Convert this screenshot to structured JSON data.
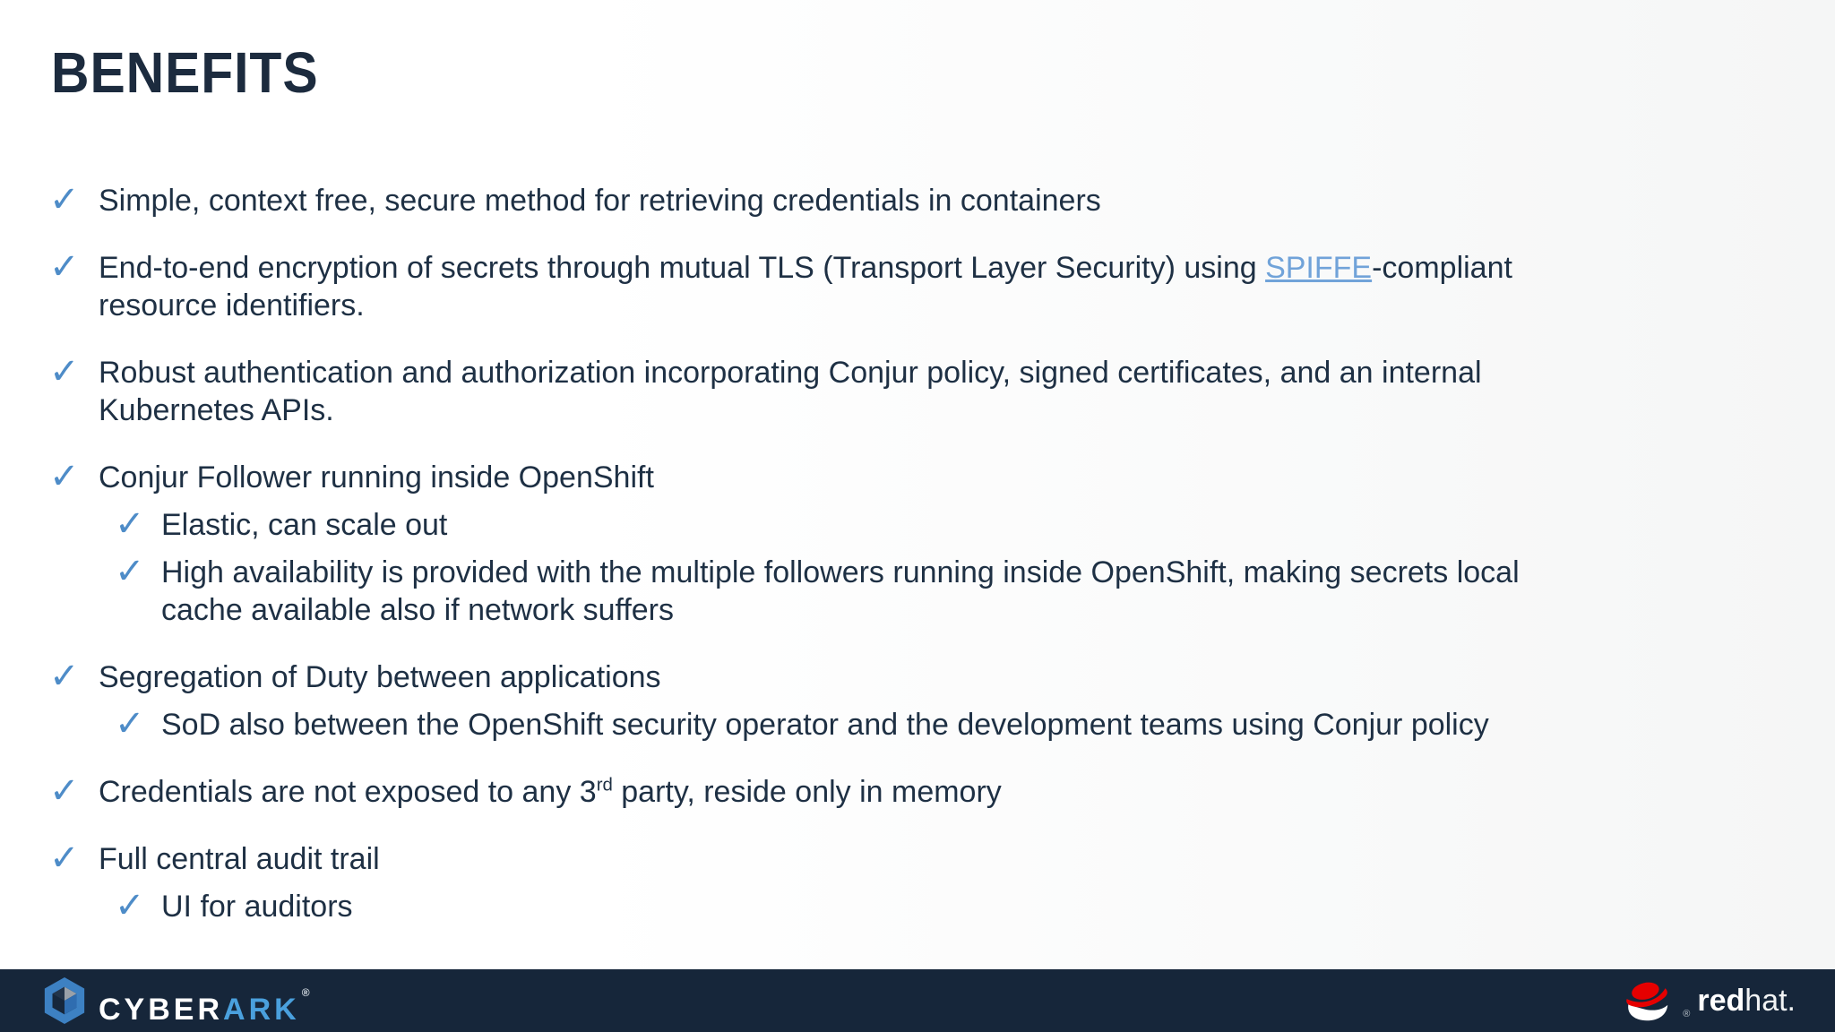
{
  "slide": {
    "title": "BENEFITS"
  },
  "icons": {
    "check": "✓"
  },
  "colors": {
    "title_text": "#1c2b3e",
    "body_text": "#1e3044",
    "check_blue": "#4e8cc8",
    "link_blue": "#71a3d9",
    "footer_bar": "#16263a",
    "cyberark_blue": "#4aa0dd",
    "redhat_red": "#e60000"
  },
  "bullets": [
    {
      "level": 1,
      "lines": [
        "Simple, context free, secure method for retrieving credentials in containers"
      ]
    },
    {
      "level": 1,
      "line1_before": "End-to-end encryption of secrets through mutual TLS (Transport Layer Security) using ",
      "link": "SPIFFE",
      "line1_after": "-compliant",
      "line2": "resource identifiers."
    },
    {
      "level": 1,
      "lines": [
        "Robust authentication and authorization incorporating Conjur policy, signed certificates, and an internal",
        "Kubernetes APIs."
      ]
    },
    {
      "level": 1,
      "lines": [
        "Conjur Follower running inside OpenShift"
      ]
    },
    {
      "level": 2,
      "lines": [
        "Elastic, can scale out"
      ]
    },
    {
      "level": 2,
      "lines": [
        "High availability is provided with the multiple followers running inside OpenShift, making secrets local",
        "cache available also if network suffers"
      ]
    },
    {
      "level": 1,
      "lines": [
        "Segregation of Duty between applications"
      ]
    },
    {
      "level": 2,
      "lines": [
        "SoD also between the OpenShift security operator and the development teams using Conjur policy"
      ]
    },
    {
      "level": 1,
      "sup_before": "Credentials are not exposed to any 3",
      "sup": "rd",
      "sup_after": " party, reside only in memory"
    },
    {
      "level": 1,
      "lines": [
        "Full central audit trail"
      ]
    },
    {
      "level": 2,
      "lines": [
        "UI for auditors"
      ]
    }
  ],
  "footer": {
    "cyberark": {
      "part1": "CYBER",
      "part2": "ARK",
      "reg": "®"
    },
    "redhat": {
      "reg": "®",
      "part1": "red",
      "part2": "hat",
      "period": "."
    }
  }
}
